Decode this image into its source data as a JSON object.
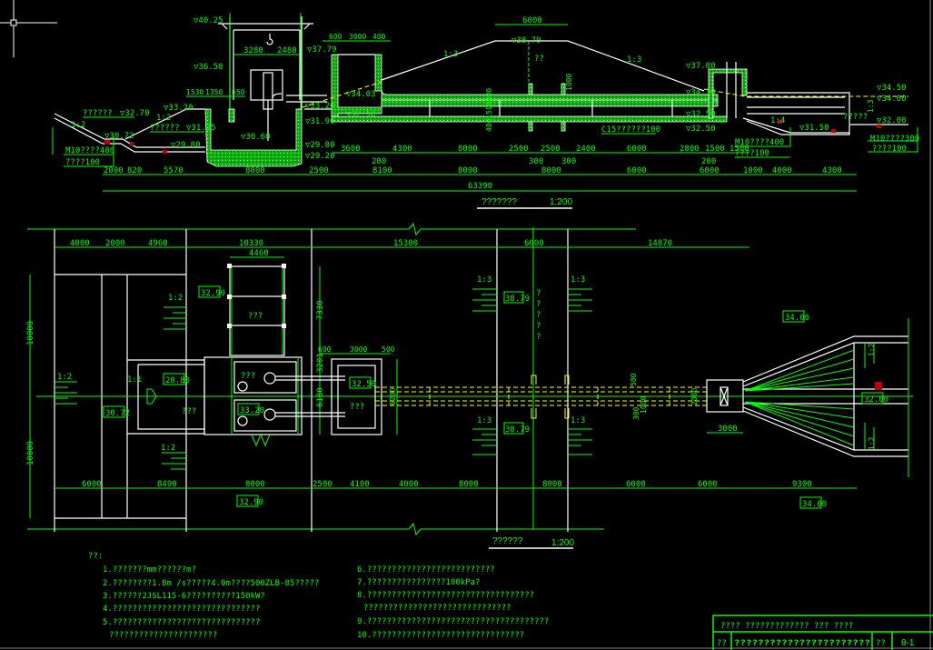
{
  "colors": {
    "background": "#000000",
    "dimension": "#00ff00",
    "outline": "#ffffff",
    "hidden": "#ffff00",
    "marker": "#cc0000"
  },
  "section": {
    "title": "???????",
    "scale": "1:200",
    "elevations": {
      "e4025": "▽40.25",
      "e3650": "▽36.50",
      "e3320a": "▽33.20",
      "e3270": "▽32.70",
      "e3072": "▽30.72",
      "e3125": "▽31.25",
      "e2980a": "▽29.80",
      "e3060": "▽30.60",
      "e3779": "▽37.79",
      "e3403": "▽34.03",
      "e3320b": "▽33.20",
      "e3250a": "▽32.50",
      "e3190": "▽31.90",
      "e2980b": "▽29.80",
      "e2920": "▽29.20",
      "e3879": "▽38.79",
      "e3700": "▽37.00",
      "e3430": "▽34.30",
      "e3250b": "▽32.50",
      "e3250c": "▽32.50",
      "e3450": "▽34.50",
      "e3400": "▽34.00",
      "e3200": "▽32.00",
      "e3150": "▽31.50"
    },
    "labels": {
      "water1": "??????",
      "water2": "??????",
      "slope_a": "1:2",
      "slope_b": "1:2",
      "slope_c": "1:3",
      "slope_d": "1:3",
      "slope_e": "1:4",
      "slope_f": "1:3",
      "dam": "??",
      "c15": "C15??????100",
      "water3": "?????",
      "m10a": "M10????400",
      "m10a2": "????100",
      "m10b": "M10????400",
      "m10b2": "????100",
      "m10c": "M10????300",
      "m10c2": "????100",
      "wall": "4001500400",
      "post": "1000"
    },
    "dims_top": {
      "d3280": "3280",
      "d2480": "2480",
      "d1530": "1530",
      "d1350": "1350",
      "d650": "650",
      "d600": "600",
      "d3000": "3000",
      "d400": "400",
      "d6000": "6000"
    },
    "dims_row1": [
      "3600",
      "4300",
      "8000",
      "2500",
      "2500",
      "2400",
      "6000",
      "2800",
      "1500",
      "1500"
    ],
    "dims_sub": [
      "200",
      "300",
      "300",
      "200"
    ],
    "dims_row2": [
      "2000",
      "820",
      "5570",
      "8000",
      "2500",
      "8100",
      "8000",
      "8000",
      "6000",
      "6000",
      "1000",
      "4000",
      "4300"
    ],
    "total": "63390"
  },
  "plan": {
    "title": "??????",
    "scale": "1:200",
    "dims_top": [
      "4000",
      "2000",
      "4960",
      "10330",
      "15300",
      "6000",
      "14870"
    ],
    "dim_4460": "4460",
    "dims_vert": {
      "v1": "10000",
      "v2": "10000",
      "v7330": "7330",
      "v3201": "3201",
      "v6180": "6180",
      "v6200": "6200",
      "v2000": "2000",
      "v1000": "1000",
      "v300": "300",
      "v500": "500"
    },
    "dims_mid": {
      "d600": "600",
      "d3000": "3000",
      "d500": "500",
      "d3000b": "3000"
    },
    "dims_bottom": [
      "6000",
      "8490",
      "8000",
      "2500",
      "4100",
      "4000",
      "8000",
      "8000",
      "6000",
      "6000",
      "9300"
    ],
    "levels": {
      "l3290a": "32.90",
      "l2080": "20.80",
      "l3072": "30.72",
      "l3320": "33.20",
      "l3250": "32.50",
      "l3879a": "38.79",
      "l3879b": "38.79",
      "l3400a": "34.00",
      "l3200": "32.00",
      "l3290b": "32.90",
      "l3400b": "34.00"
    },
    "labels": {
      "shed": "???",
      "pump": "???",
      "inlet": "???",
      "tank": "???",
      "s1": "1:2",
      "s2": "1:2",
      "s3": "1:1",
      "s4": "1:2",
      "s5": "1:3",
      "s6": "1:3",
      "s7": "1:3",
      "s8": "1:3",
      "s9": "1:2",
      "s10": "1:2",
      "dam_v": [
        "?",
        "?",
        "?",
        "?",
        "?"
      ]
    }
  },
  "notes": {
    "heading": "??:",
    "items": [
      "1.???????mm??????m?",
      "2.????????1.8m /s?????4.0m????500ZLB-85?????",
      "3.??????2JSL115-6??????????150kW?",
      "4.??????????????????????????????",
      "5.??????????????????????????????",
      "??????????????????????",
      "6.??????????????????????????",
      "7.????????????????100kPa?",
      "8.??????????????????????????????????",
      "??????????????????????????????",
      "9.?????????????????????????????????????",
      "10.???????????????????????????????"
    ]
  },
  "title_block": {
    "row1": "????  ?????????????    ???  ????",
    "label1": "??",
    "drawing_title": "???????????????????????",
    "label2": "??",
    "sheet": "8-1"
  }
}
